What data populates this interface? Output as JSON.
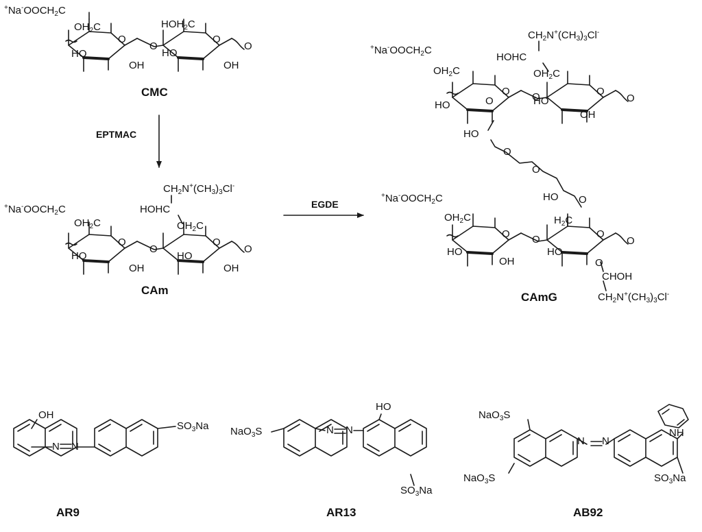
{
  "compounds": {
    "cmc": "CMC",
    "cam": "CAm",
    "camg": "CAmG",
    "ar9": "AR9",
    "ar13": "AR13",
    "ab92": "AB92"
  },
  "reagents": {
    "step1": "EPTMAC",
    "step2": "EGDE"
  },
  "atoms": {
    "ho": "HO",
    "oh": "OH",
    "o": "O",
    "hoh2c": "HOH2C",
    "oh2c": "OH2C",
    "h2c": "H2C",
    "choh": "CHOH",
    "hohc": "HOHC",
    "nh": "NH",
    "n": "N",
    "naoocch2c": "+Na-OOCH2C",
    "trimethylammonium": "CH2N+(CH3)3Cl-",
    "so3na": "SO3Na",
    "naO3s": "NaO3S"
  },
  "colors": {
    "ink": "#111111",
    "background": "#ffffff"
  }
}
